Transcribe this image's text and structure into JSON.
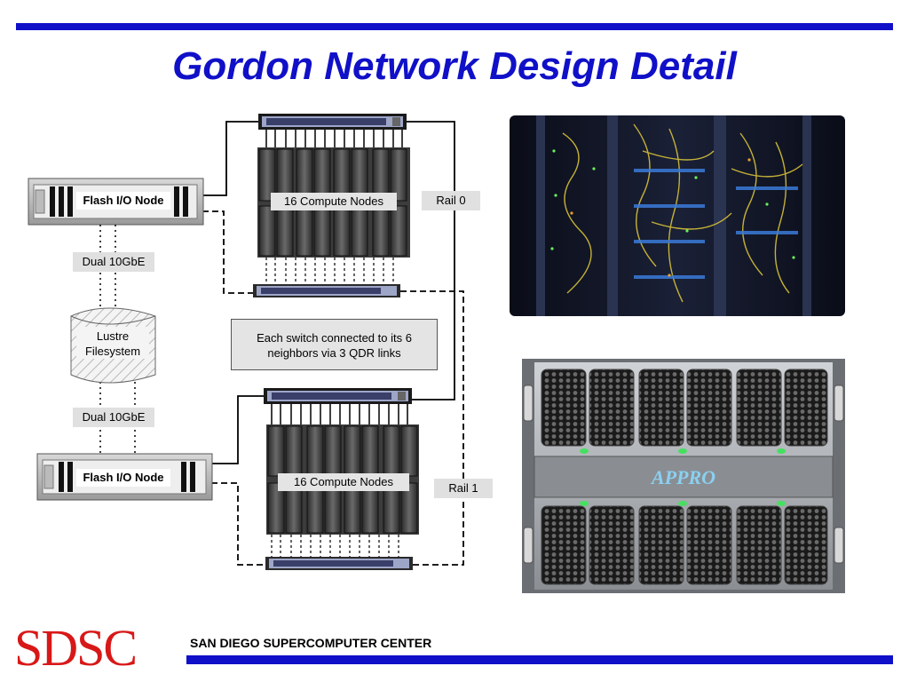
{
  "slide": {
    "title": "Gordon Network Design Detail",
    "accent_color": "#1010c8",
    "logo_color": "#d81818"
  },
  "diagram": {
    "flash_io_top": "Flash I/O Node",
    "flash_io_bottom": "Flash I/O Node",
    "dual_top": "Dual 10GbE",
    "dual_bottom": "Dual 10GbE",
    "lustre": "Lustre\nFilesystem",
    "compute_top": "16 Compute Nodes",
    "compute_bottom": "16 Compute Nodes",
    "rail0": "Rail 0",
    "rail1": "Rail 1",
    "note_line1": "Each switch connected to its 6",
    "note_line2": "neighbors via 3 QDR links"
  },
  "photos": {
    "appro_logo": "APPRO"
  },
  "footer": {
    "logo_text": "SDSC",
    "org_name": "SAN DIEGO SUPERCOMPUTER CENTER"
  }
}
